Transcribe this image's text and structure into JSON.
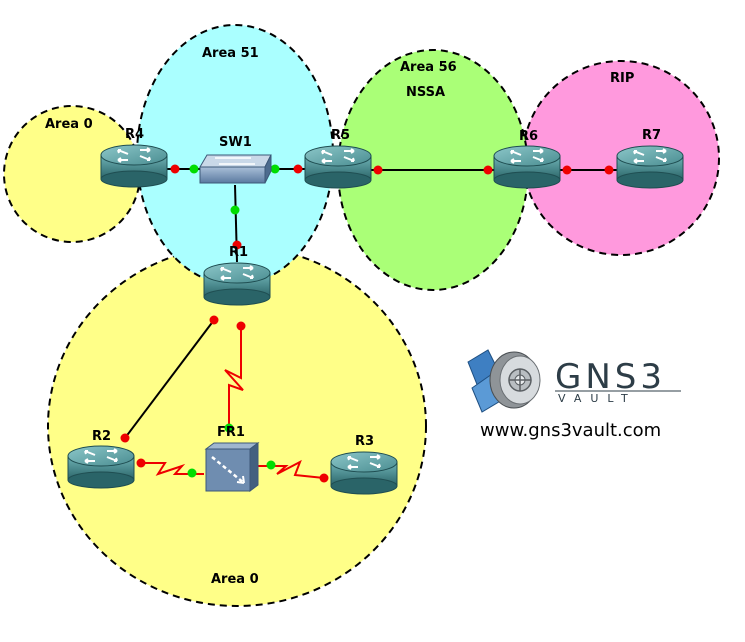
{
  "areas": {
    "area0_small": "Area 0",
    "area51": "Area 51",
    "area56": "Area 56",
    "nssa": "NSSA",
    "rip": "RIP",
    "area0_large": "Area 0"
  },
  "devices": {
    "r1": "R1",
    "r2": "R2",
    "r3": "R3",
    "r4": "R4",
    "r5": "R5",
    "r6": "R6",
    "r7": "R7",
    "sw1": "SW1",
    "fr1": "FR1"
  },
  "logo": {
    "name": "GNS3",
    "sub": "VAULT",
    "url": "www.gns3vault.com"
  },
  "colors": {
    "area0": "#ffff88",
    "area51": "#aaffff",
    "area56": "#aaff77",
    "rip": "#ff99dd",
    "router_top": "#5e9ea0",
    "router_body": "#2f6d72",
    "link_up": "#00dd00",
    "link_down": "#ee0000",
    "serial": "#ee0000"
  }
}
